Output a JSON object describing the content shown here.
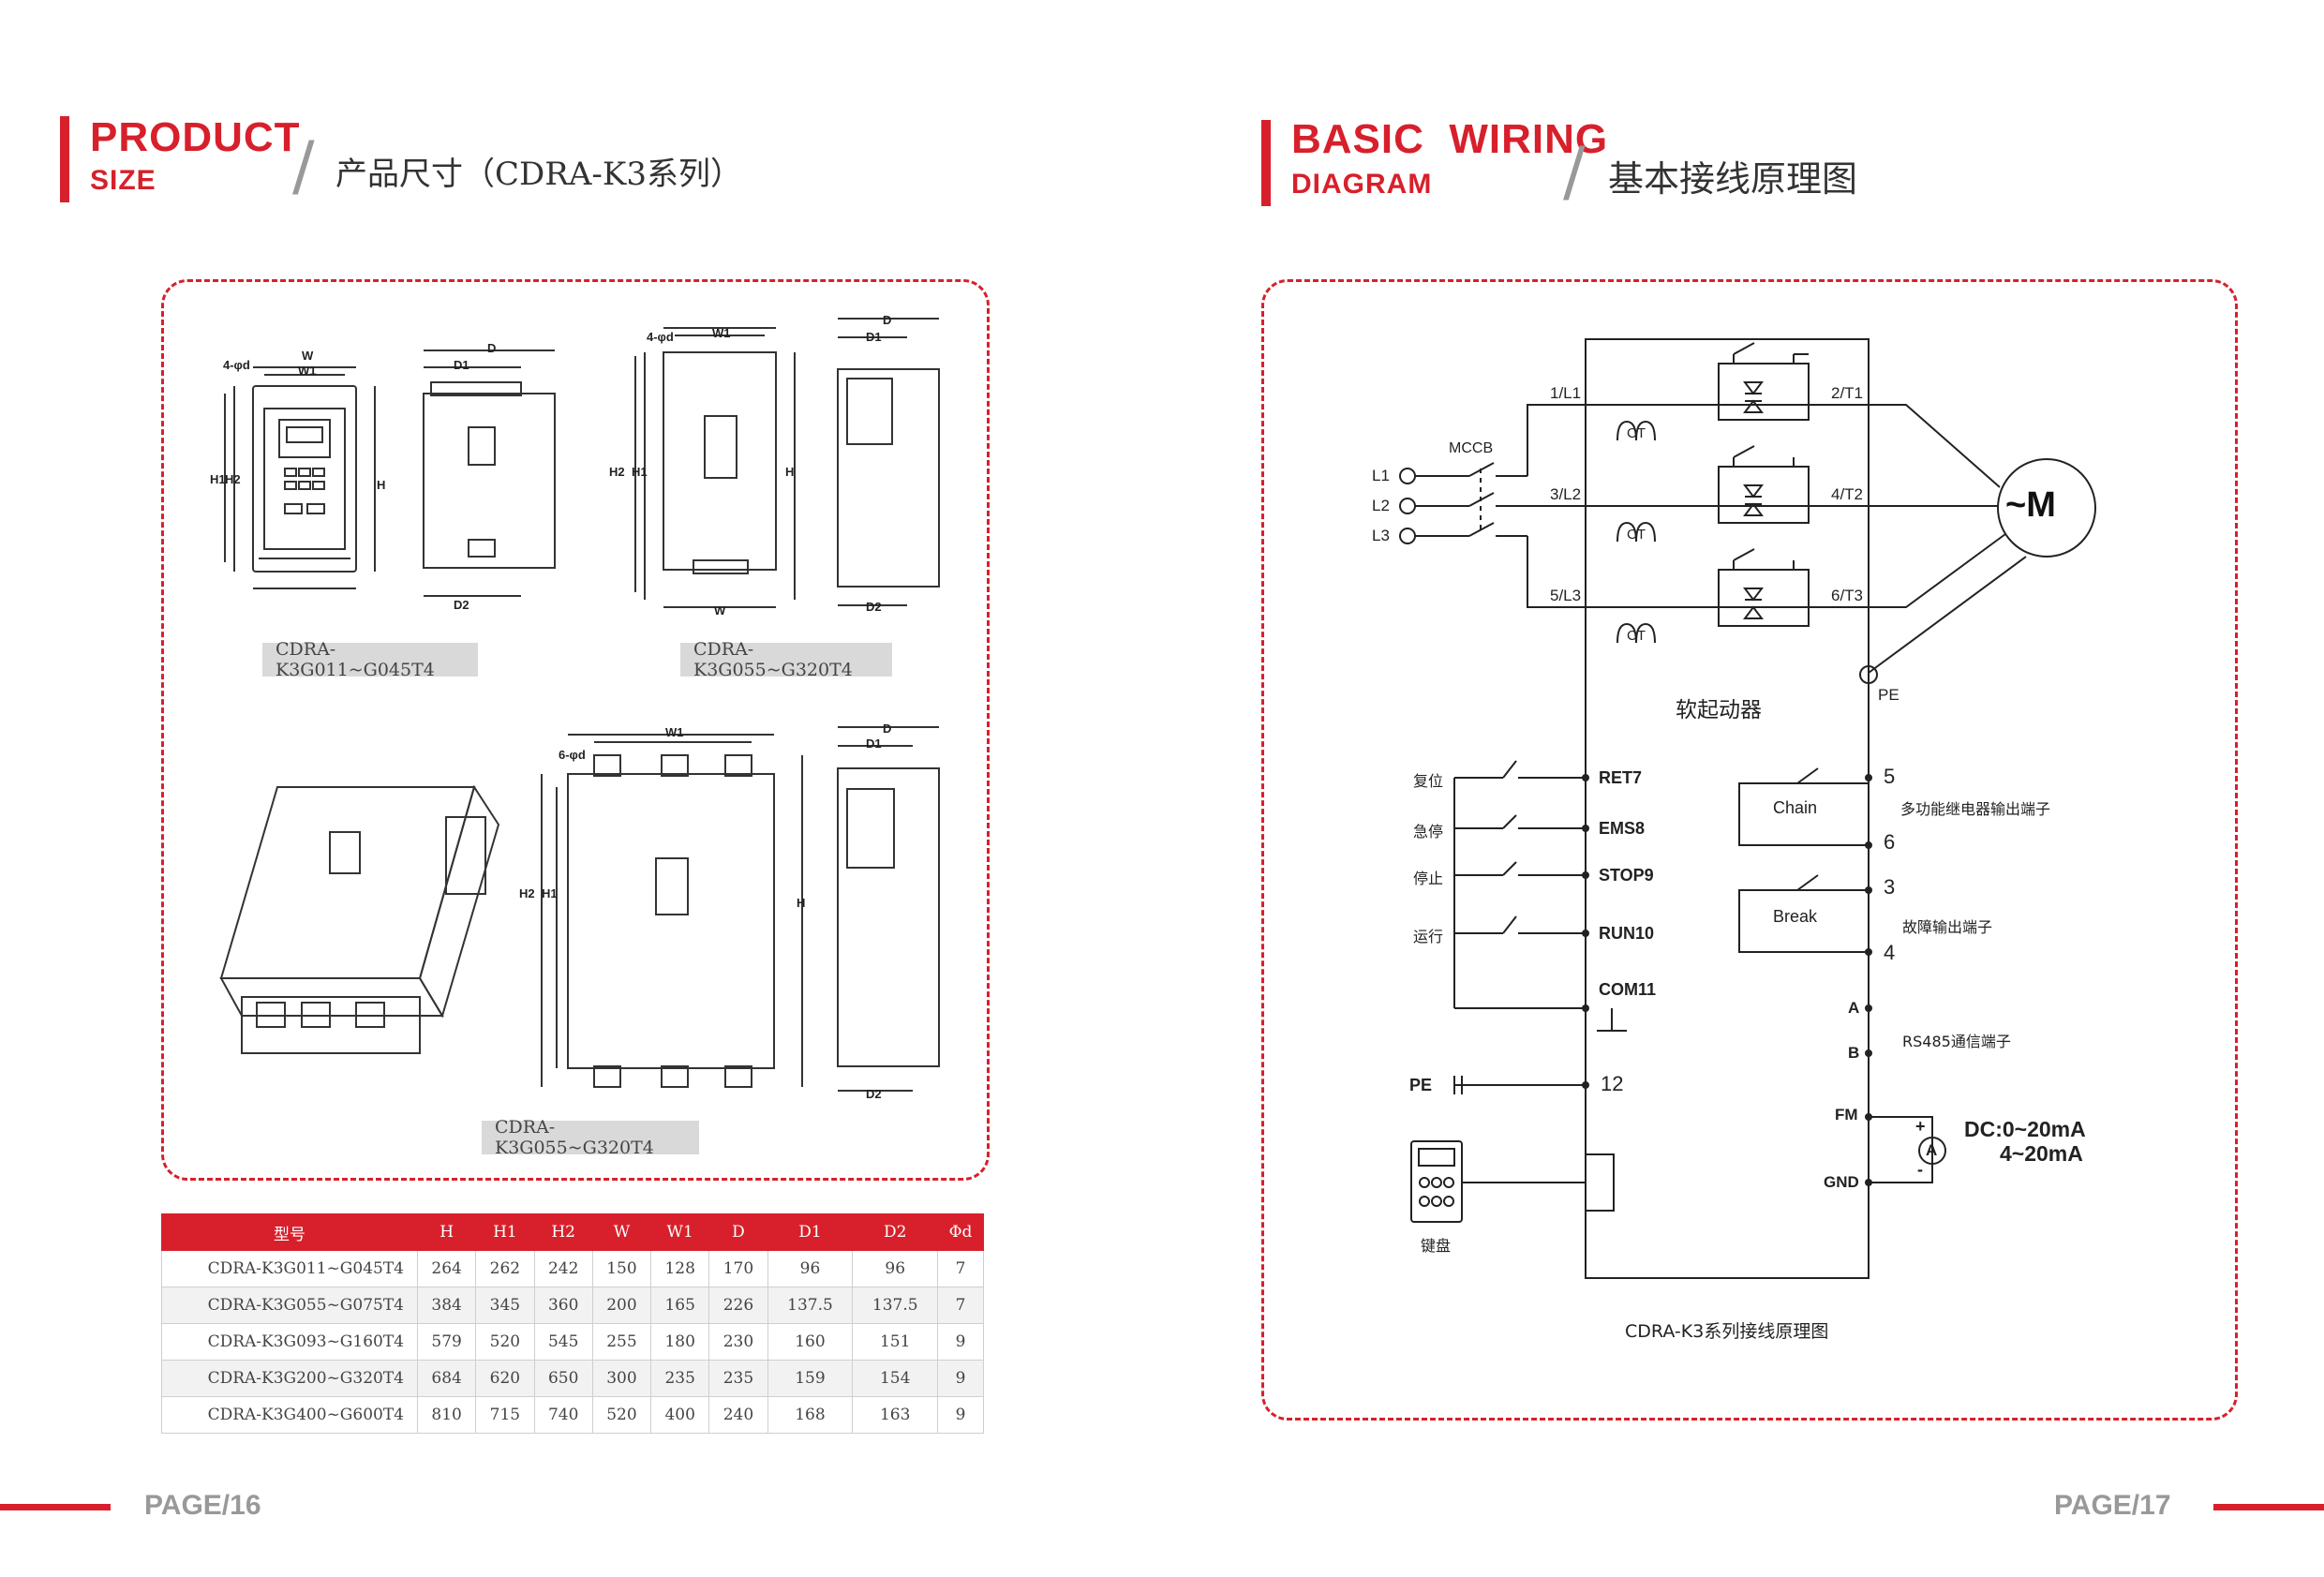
{
  "left": {
    "title_en_1": "PRODUCT",
    "title_en_2": "SIZE",
    "title_cn": "产品尺寸（CDRA-K3系列）",
    "captions": [
      "CDRA-K3G011~G045T4",
      "CDRA-K3G055~G320T4",
      "CDRA-K3G055~G320T4"
    ],
    "dim_labels": {
      "W": "W",
      "W1": "W1",
      "D": "D",
      "D1": "D1",
      "D2": "D2",
      "H": "H",
      "H1": "H1",
      "H2": "H2",
      "hole4": "4-φd",
      "hole6": "6-φd"
    },
    "table": {
      "headers": [
        "型号",
        "H",
        "H1",
        "H2",
        "W",
        "W1",
        "D",
        "D1",
        "D2",
        "Φd"
      ],
      "rows": [
        [
          "CDRA-K3G011~G045T4",
          "264",
          "262",
          "242",
          "150",
          "128",
          "170",
          "96",
          "96",
          "7"
        ],
        [
          "CDRA-K3G055~G075T4",
          "384",
          "345",
          "360",
          "200",
          "165",
          "226",
          "137.5",
          "137.5",
          "7"
        ],
        [
          "CDRA-K3G093~G160T4",
          "579",
          "520",
          "545",
          "255",
          "180",
          "230",
          "160",
          "151",
          "9"
        ],
        [
          "CDRA-K3G200~G320T4",
          "684",
          "620",
          "650",
          "300",
          "235",
          "235",
          "159",
          "154",
          "9"
        ],
        [
          "CDRA-K3G400~G600T4",
          "810",
          "715",
          "740",
          "520",
          "400",
          "240",
          "168",
          "163",
          "9"
        ]
      ]
    },
    "page": "PAGE/16"
  },
  "right": {
    "title_en_1": "BASIC  WIRING",
    "title_en_2": "DIAGRAM",
    "title_cn": "基本接线原理图",
    "labels": {
      "mccb": "MCCB",
      "l1": "L1",
      "l2": "L2",
      "l3": "L3",
      "in1": "1/L1",
      "in2": "3/L2",
      "in3": "5/L3",
      "out1": "2/T1",
      "out2": "4/T2",
      "out3": "6/T3",
      "ct": "CT",
      "motor": "~M",
      "pe_top": "PE",
      "device": "软起动器",
      "reset": "复位",
      "estop": "急停",
      "stop": "停止",
      "run": "运行",
      "ret7": "RET7",
      "ems8": "EMS8",
      "stop9": "STOP9",
      "run10": "RUN10",
      "com11": "COM11",
      "pe": "PE",
      "t12": "12",
      "chain": "Chain",
      "brk": "Break",
      "t5": "5",
      "t6": "6",
      "t3": "3",
      "t4": "4",
      "relay_note": "多功能继电器输出端子",
      "fault_note": "故障输出端子",
      "a": "A",
      "b": "B",
      "rs485": "RS485通信端子",
      "fm": "FM",
      "gnd": "GND",
      "ammeter": "A",
      "dc1": "DC:0~20mA",
      "dc2": "4~20mA",
      "plus": "+",
      "minus": "-",
      "keypad": "键盘",
      "caption": "CDRA-K3系列接线原理图"
    },
    "page": "PAGE/17"
  },
  "colors": {
    "accent": "#d7202b",
    "line": "#222222",
    "muted": "#999999"
  }
}
